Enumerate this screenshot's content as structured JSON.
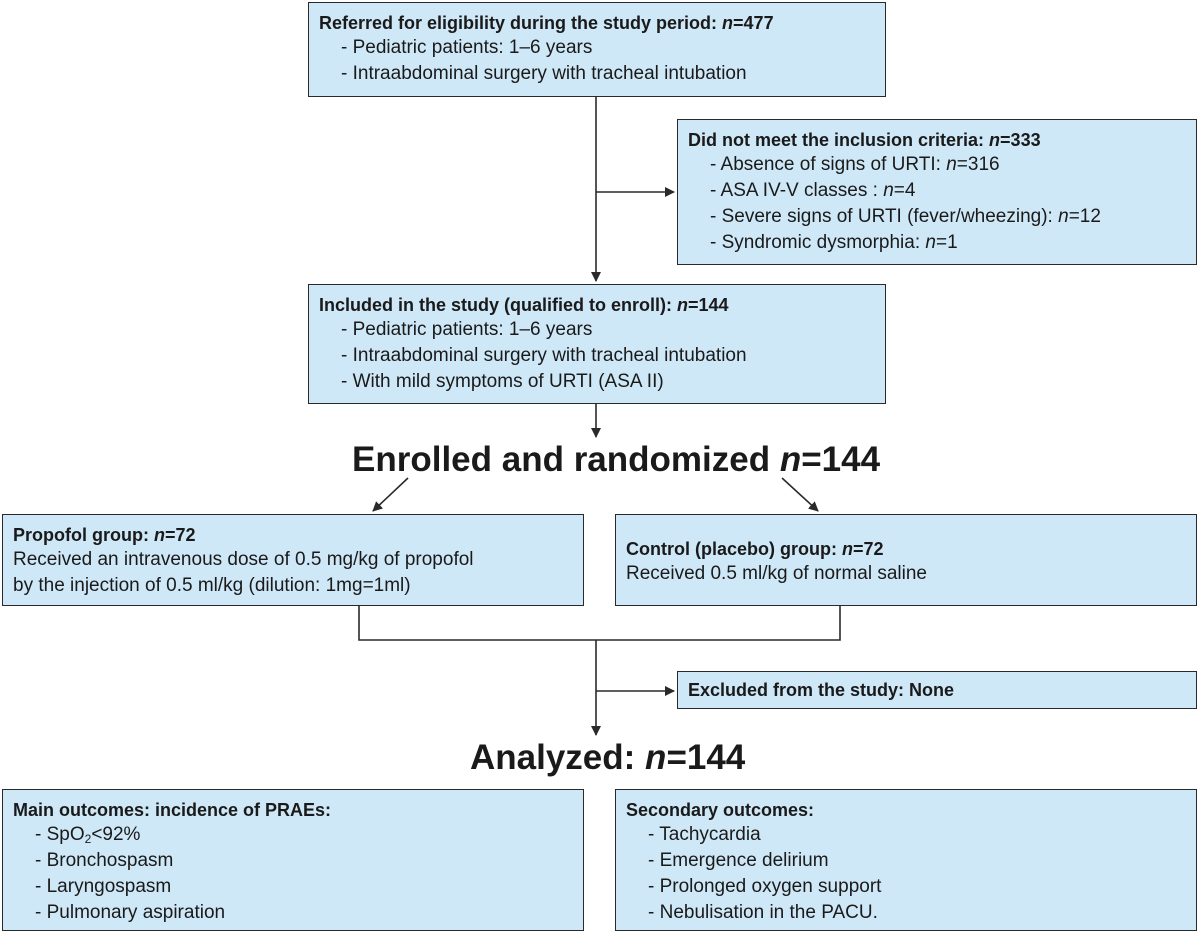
{
  "referred": {
    "title": "Referred for eligibility during the study period: ",
    "n": "n",
    "count": "=477",
    "items": [
      "- Pediatric patients: 1–6 years",
      "- Intraabdominal surgery with tracheal intubation"
    ]
  },
  "excluded_criteria": {
    "title": "Did not meet the inclusion criteria: ",
    "n": "n",
    "count": "=333",
    "items": [
      {
        "label": "- Absence of signs of URTI: ",
        "n": "n",
        "value": "=316"
      },
      {
        "label": "- ASA IV-V classes : ",
        "n": "n",
        "value": "=4"
      },
      {
        "label": "- Severe signs of URTI (fever/wheezing): ",
        "n": "n",
        "value": "=12"
      },
      {
        "label": "- Syndromic dysmorphia: ",
        "n": "n",
        "value": "=1"
      }
    ]
  },
  "included": {
    "title": "Included in the study (qualified to enroll): ",
    "n": "n",
    "count": "=144",
    "items": [
      "- Pediatric patients: 1–6 years",
      "- Intraabdominal surgery with tracheal intubation",
      "- With mild symptoms of URTI (ASA II)"
    ]
  },
  "enrolled": {
    "text": "Enrolled and randomized ",
    "n": "n",
    "count": "=144"
  },
  "propofol": {
    "title": "Propofol group: ",
    "n": "n",
    "count": "=72",
    "lines": [
      "Received an intravenous dose of 0.5 mg/kg of propofol",
      "by the injection of 0.5 ml/kg (dilution: 1mg=1ml)"
    ]
  },
  "control": {
    "title": "Control (placebo) group: ",
    "n": "n",
    "count": "=72",
    "lines": [
      "Received 0.5 ml/kg of normal saline"
    ]
  },
  "excluded_study": {
    "title": "Excluded from the study: None"
  },
  "analyzed": {
    "text": "Analyzed: ",
    "n": "n",
    "count": "=144"
  },
  "main_outcomes": {
    "title": "Main outcomes: incidence of PRAEs:",
    "spo2": {
      "prefix": "- SpO",
      "sub": "2",
      "suffix": "<92%"
    },
    "items": [
      "- Bronchospasm",
      "- Laryngospasm",
      "- Pulmonary aspiration"
    ]
  },
  "secondary_outcomes": {
    "title": "Secondary outcomes:",
    "items": [
      "- Tachycardia",
      "- Emergence delirium",
      "- Prolonged oxygen support",
      "- Nebulisation in the PACU."
    ]
  }
}
